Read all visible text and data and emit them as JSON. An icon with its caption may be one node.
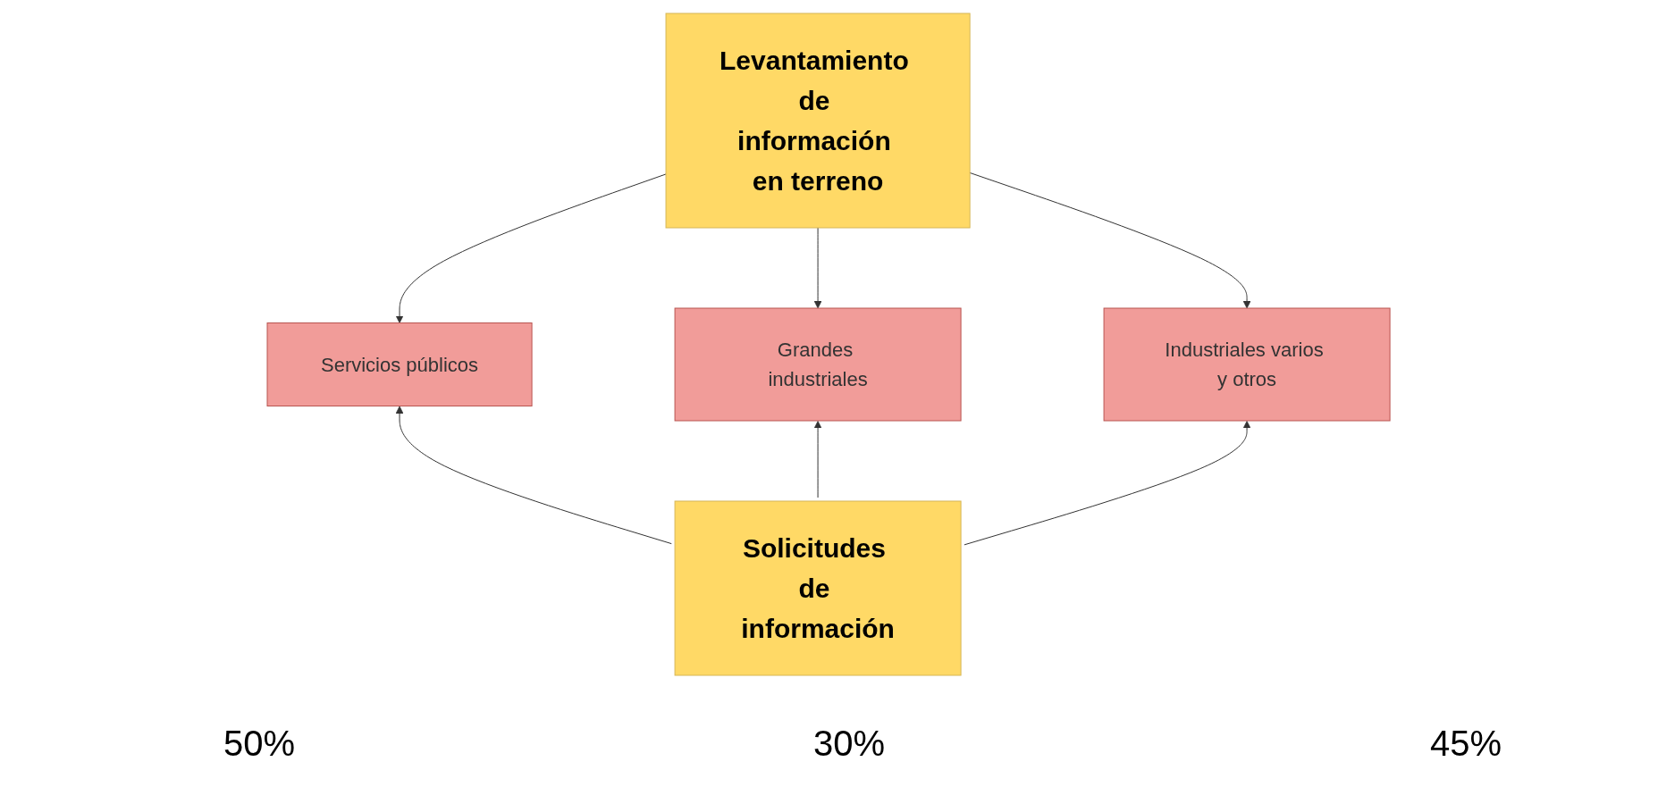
{
  "diagram": {
    "nodes": [
      {
        "text": [
          "Levantamiento de información en terreno"
        ]
      },
      {
        "text": [
          "Servicios públicos"
        ]
      },
      {
        "text": [
          "Grandes industriales"
        ]
      },
      {
        "text": [
          "Industriales varios y otros"
        ]
      },
      {
        "text": [
          "Solicitudes de información"
        ]
      }
    ],
    "edges": [
      {
        "from": 0,
        "to": 1,
        "arrow": "to"
      },
      {
        "from": 0,
        "to": 2,
        "arrow": "to"
      },
      {
        "from": 0,
        "to": 3,
        "arrow": "to"
      },
      {
        "from": 4,
        "to": 1,
        "arrow": "to"
      },
      {
        "from": 4,
        "to": 2,
        "arrow": "to"
      },
      {
        "from": 4,
        "to": 3,
        "arrow": "to"
      }
    ],
    "labels": [
      "50%",
      "30%",
      "45%"
    ]
  }
}
